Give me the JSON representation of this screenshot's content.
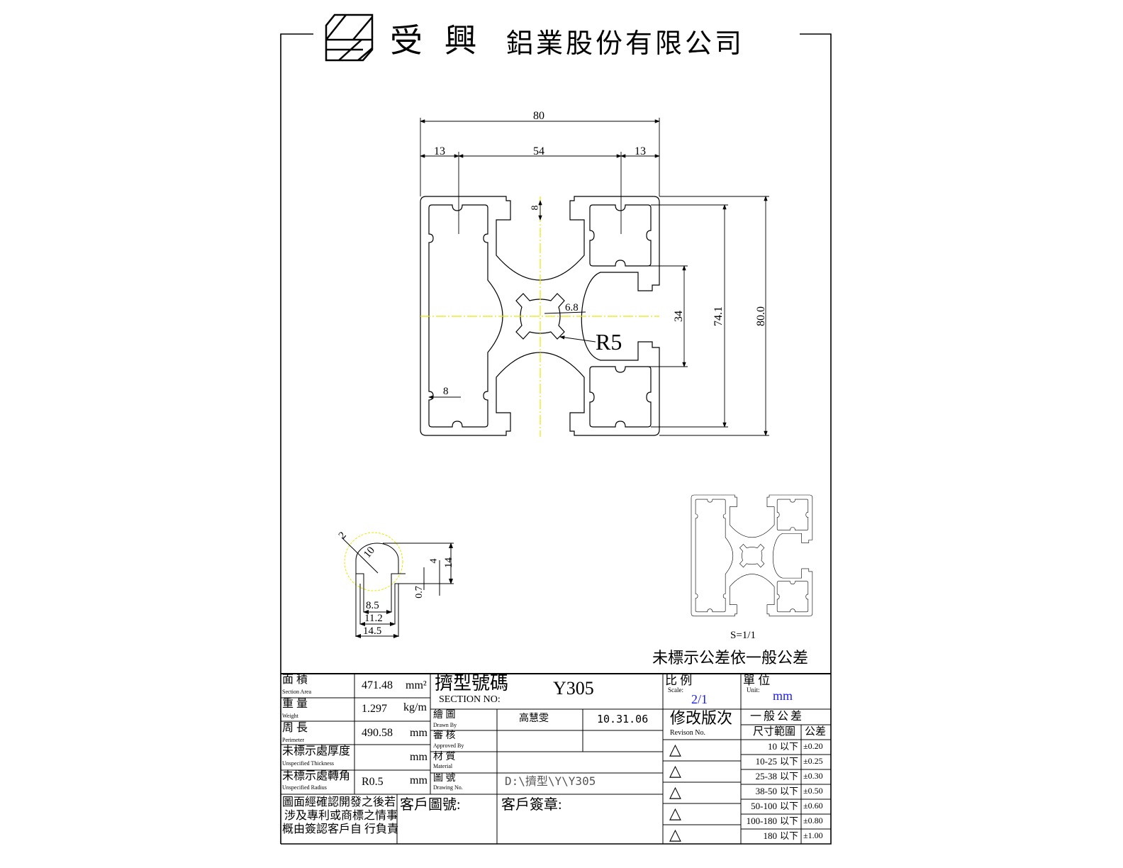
{
  "header": {
    "company_name_large": "受 興",
    "company_name_rest": "鋁業股份有限公司"
  },
  "main_view": {
    "dims": {
      "overall_width": "80",
      "left_offset": "13",
      "middle_span": "54",
      "right_offset": "13",
      "slot_depth": "8",
      "inner_gap": "6.8",
      "radius": "R5",
      "wall_notch": "8",
      "right_channel": "34",
      "inner_height": "74.1",
      "overall_height": "80.0"
    },
    "centerline_color": "#ffff00"
  },
  "slot_detail": {
    "dims": {
      "chamfer": "2",
      "radius": "10",
      "lip": "4",
      "height": "14",
      "gap": "0.7",
      "inner_width": "8.5",
      "mid_width": "11.2",
      "outer_width": "14.5"
    }
  },
  "preview": {
    "scale_label": "S=1/1"
  },
  "tolerance_note": "未標示公差依一般公差",
  "title_block": {
    "area": {
      "label_cn": "面 積",
      "label_en": "Section Area",
      "value": "471.48",
      "unit": "mm²"
    },
    "weight": {
      "label_cn": "重 量",
      "label_en": "Weight",
      "value": "1.297",
      "unit": "kg/m"
    },
    "perimeter": {
      "label_cn": "周 長",
      "label_en": "Perimeter",
      "value": "490.58",
      "unit": "mm"
    },
    "thickness": {
      "label_cn": "未標示處厚度",
      "label_en": "Unspecified Thickness",
      "value": "",
      "unit": "mm"
    },
    "radius": {
      "label_cn": "未標示處轉角",
      "label_en": "Unspecified Radius",
      "value": "R0.5",
      "unit": "mm"
    },
    "notice": [
      "圖面經確認開發之後若",
      "涉及專利或商標之情事",
      "概由簽認客戶自 行負責"
    ],
    "customer_drawing_no": "客戶圖號:",
    "customer_signature": "客戶簽章:",
    "section_no": {
      "label_cn": "擠型號碼",
      "label_en": "SECTION NO:",
      "value": "Y305"
    },
    "drawn_by": {
      "label_cn": "繪 圖",
      "label_en": "Drawn By",
      "name": "高慧雯",
      "date": "10.31.06"
    },
    "approved_by": {
      "label_cn": "審 核",
      "label_en": "Approved By"
    },
    "material": {
      "label_cn": "材 質",
      "label_en": "Material"
    },
    "drawing_no": {
      "label_cn": "圖 號",
      "label_en": "Drawing No.",
      "value": "D:\\擠型\\Y\\Y305"
    },
    "scale": {
      "label_cn": "比 例",
      "label_en": "Scale:",
      "value": "2/1"
    },
    "unit": {
      "label_cn": "單 位",
      "label_en": "Unit:",
      "value": "mm"
    },
    "revision": {
      "label_cn": "修改版次",
      "label_en": "Revison No.",
      "marks": [
        "△",
        "△",
        "△",
        "△",
        "△"
      ]
    },
    "general_tolerance": {
      "title": "一般公差",
      "col_range": "尺寸範圍",
      "col_tol": "公差",
      "rows": [
        {
          "range": "10",
          "below": "以下",
          "tol": "±0.20"
        },
        {
          "range": "10-25",
          "below": "以下",
          "tol": "±0.25"
        },
        {
          "range": "25-38",
          "below": "以下",
          "tol": "±0.30"
        },
        {
          "range": "38-50",
          "below": "以下",
          "tol": "±0.50"
        },
        {
          "range": "50-100",
          "below": "以下",
          "tol": "±0.60"
        },
        {
          "range": "100-180",
          "below": "以下",
          "tol": "±0.80"
        },
        {
          "range": "180",
          "below": "以下",
          "tol": "±1.00"
        }
      ]
    },
    "accent_blue": "#1a1aff"
  }
}
